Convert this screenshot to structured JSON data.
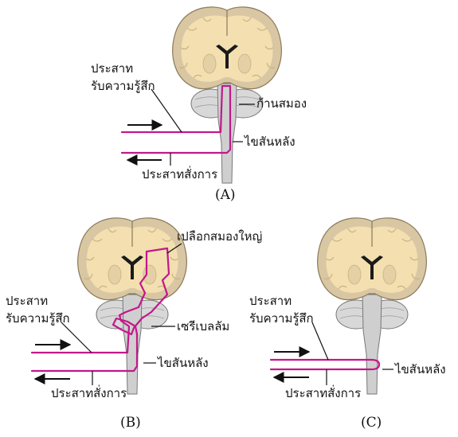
{
  "panels": [
    {
      "id": "A",
      "caption": "(A)",
      "labels": {
        "sensory_line1": "ประสาท",
        "sensory_line2": "รับความรู้สึก",
        "brainstem": "ก้านสมอง",
        "spinal_cord": "ไขสันหลัง",
        "motor": "ประสาทสั่งการ"
      }
    },
    {
      "id": "B",
      "caption": "(B)",
      "labels": {
        "cortex": "เปลือกสมองใหญ่",
        "sensory_line1": "ประสาท",
        "sensory_line2": "รับความรู้สึก",
        "cerebellum": "เซรีเบลลัม",
        "spinal_cord": "ไขสันหลัง",
        "motor": "ประสาทสั่งการ"
      }
    },
    {
      "id": "C",
      "caption": "(C)",
      "labels": {
        "sensory_line1": "ประสาท",
        "sensory_line2": "รับความรู้สึก",
        "spinal_cord": "ไขสันหลัง",
        "motor": "ประสาทสั่งการ"
      }
    }
  ],
  "colors": {
    "nerve_pathway": "#c2188b",
    "brain_tissue": "#f3dfb0",
    "grey_matter": "#d9c7a3",
    "brainstem": "#cfcfcf"
  }
}
